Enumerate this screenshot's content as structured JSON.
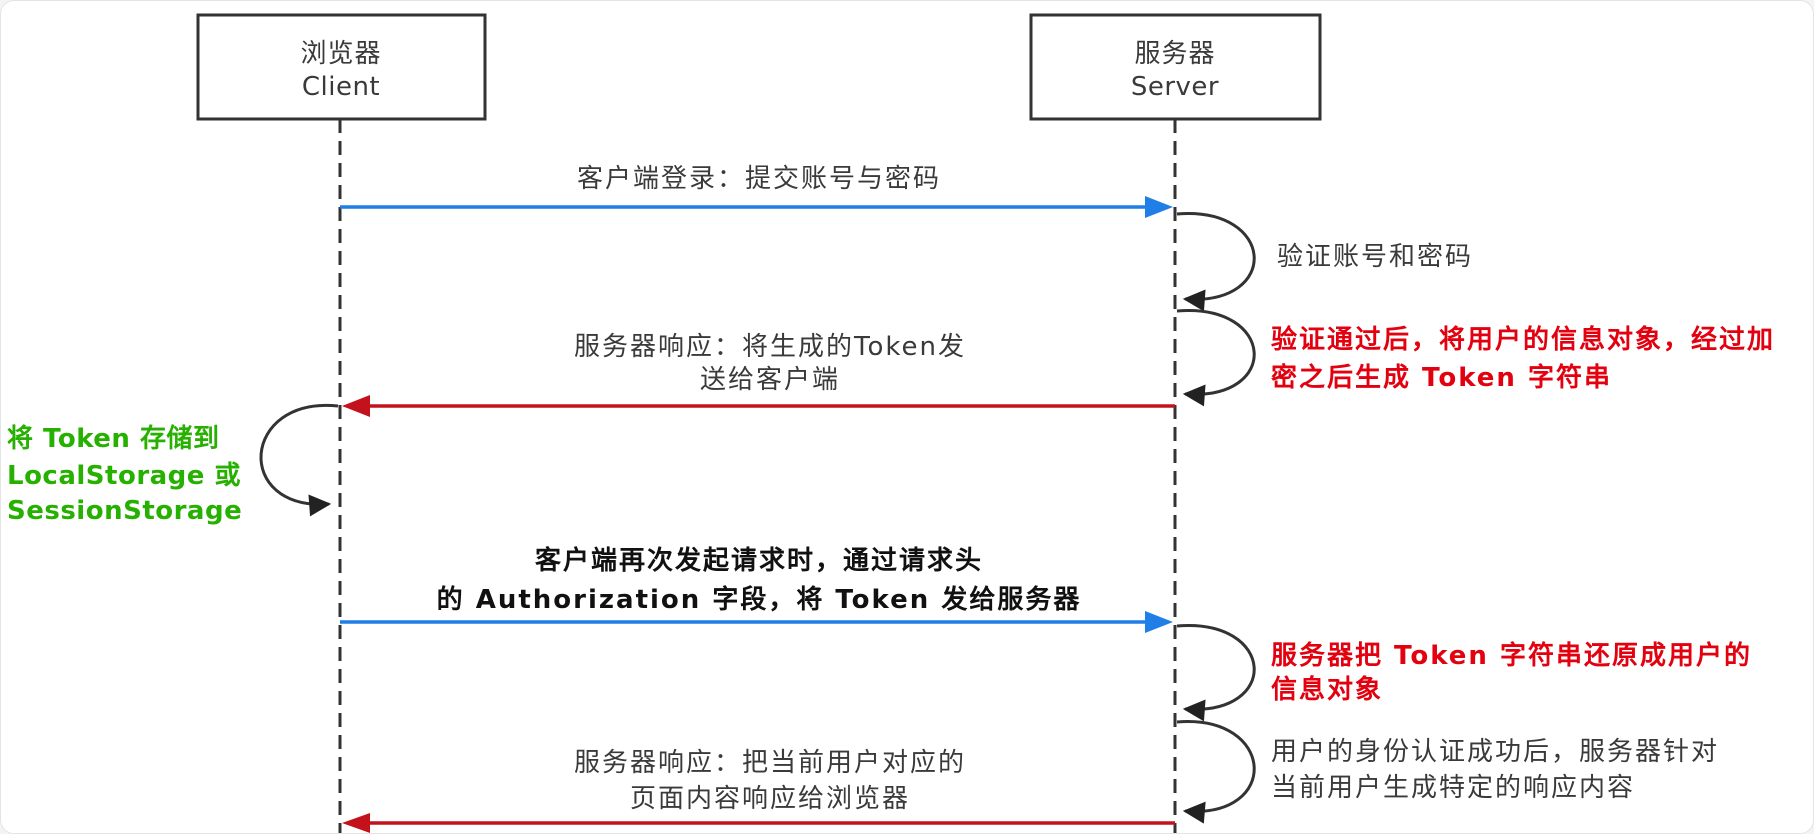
{
  "client": {
    "title": "浏览器",
    "subtitle": "Client"
  },
  "server": {
    "title": "服务器",
    "subtitle": "Server"
  },
  "steps": {
    "login": {
      "lines": [
        "客户端登录：提交账号与密码"
      ]
    },
    "verify": {
      "lines": [
        "验证账号和密码"
      ]
    },
    "generate": {
      "lines": [
        "验证通过后，将用户的信息对象，经过加",
        "密之后生成 Token 字符串"
      ]
    },
    "response_token": {
      "lines": [
        "服务器响应：将生成的Token发",
        "送给客户端"
      ]
    },
    "store": {
      "lines": [
        "将 Token 存储到",
        "LocalStorage 或",
        "SessionStorage"
      ]
    },
    "request": {
      "lines": [
        "客户端再次发起请求时，通过请求头",
        "的 Authorization 字段，将 Token 发给服务器"
      ]
    },
    "restore": {
      "lines": [
        "服务器把 Token 字符串还原成用户的",
        "信息对象"
      ]
    },
    "auth": {
      "lines": [
        "用户的身份认证成功后，服务器针对",
        "当前用户生成特定的响应内容"
      ]
    },
    "response_page": {
      "lines": [
        "服务器响应：把当前用户对应的",
        "页面内容响应给浏览器"
      ]
    }
  },
  "colors": {
    "request_arrow": "#1f7fe6",
    "response_arrow": "#c3121c",
    "highlight_red": "#e3000f",
    "highlight_green": "#26b000",
    "emphasis_black": "#111111"
  }
}
